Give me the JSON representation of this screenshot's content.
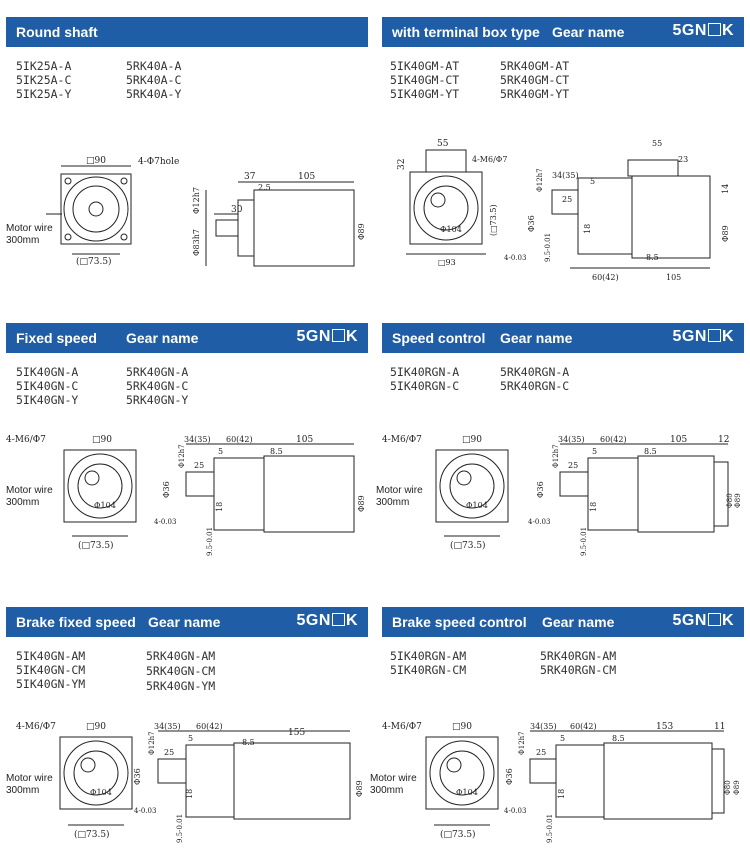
{
  "code_prefix": "5GN",
  "code_suffix": "K",
  "motor_wire": "Motor wire",
  "wire_len": "300mm",
  "p1": {
    "title": "Round shaft",
    "col1": [
      "5IK25A-A",
      "5IK25A-C",
      "5IK25A-Y"
    ],
    "col2": [
      "5RK40A-A",
      "5RK40A-C",
      "5RK40A-Y"
    ],
    "dims": {
      "hole": "4-Φ7hole",
      "sq90": "□90",
      "sq73": "(□73.5)",
      "d12": "Φ12h7",
      "d83": "Φ83h7",
      "d89": "Φ89",
      "l37": "37",
      "l105": "105",
      "l25": "2.5",
      "l30": "30"
    }
  },
  "p2": {
    "title": "with terminal box type",
    "gear": "Gear name",
    "col1": [
      "5IK40GM-AT",
      "5IK40GM-CT",
      "5IK40GM-YT"
    ],
    "col2": [
      "5RK40GM-AT",
      "5RK40GM-CT",
      "5RK40GM-YT"
    ],
    "dims": {
      "l55": "55",
      "l32": "32",
      "m6": "4-M6/Φ7",
      "d104": "Φ104",
      "sq73": "(□73.5)",
      "sq93": "□93",
      "d12": "Φ12h7",
      "l3435": "34(35)",
      "l5": "5",
      "l25": "25",
      "l18": "18",
      "d36": "Φ36",
      "l9501": "9.5-0.01",
      "l403": "4-0.03",
      "l6042": "60(42)",
      "l85": "8.5",
      "l105": "105",
      "l23": "23",
      "l14": "14",
      "d89": "Φ89",
      "r55": "55"
    }
  },
  "p3": {
    "title": "Fixed speed",
    "gear": "Gear name",
    "col1": [
      "5IK40GN-A",
      "5IK40GN-C",
      "5IK40GN-Y"
    ],
    "col2": [
      "5RK40GN-A",
      "5RK40GN-C",
      "5RK40GN-Y"
    ],
    "dims": {
      "m6": "4-M6/Φ7",
      "sq90": "□90",
      "d104": "Φ104",
      "sq73": "(□73.5)",
      "d12": "Φ12h7",
      "l3435": "34(35)",
      "l6042": "60(42)",
      "l105": "105",
      "l5": "5",
      "l85": "8.5",
      "l25": "25",
      "l18": "18",
      "d36": "Φ36",
      "d89": "Φ89",
      "l403": "4-0.03",
      "l9501": "9.5-0.01"
    }
  },
  "p4": {
    "title": "Speed control",
    "gear": "Gear name",
    "col1": [
      "5IK40RGN-A",
      "5IK40RGN-C"
    ],
    "col2": [
      "5RK40RGN-A",
      "5RK40RGN-C"
    ],
    "dims": {
      "m6": "4-M6/Φ7",
      "sq90": "□90",
      "d104": "Φ104",
      "sq73": "(□73.5)",
      "d12": "Φ12h7",
      "l3435": "34(35)",
      "l6042": "60(42)",
      "l105": "105",
      "l12": "12",
      "l5": "5",
      "l85": "8.5",
      "l25": "25",
      "l18": "18",
      "d36": "Φ36",
      "d80": "Φ80",
      "d89": "Φ89",
      "l403": "4-0.03",
      "l9501": "9.5-0.01"
    }
  },
  "p5": {
    "title": "Brake fixed speed",
    "gear": "Gear name",
    "col1": [
      "5IK40GN-AM",
      "5IK40GN-CM",
      "5IK40GN-YM"
    ],
    "col2": [
      "5RK40GN-AM",
      "5RK40GN-CM",
      "5RK40GN-YM"
    ],
    "dims": {
      "m6": "4-M6/Φ7",
      "sq90": "□90",
      "d104": "Φ104",
      "sq73": "(□73.5)",
      "d12": "Φ12h7",
      "l3435": "34(35)",
      "l6042": "60(42)",
      "l155": "155",
      "l5": "5",
      "l85": "8.5",
      "l25": "25",
      "l18": "18",
      "d36": "Φ36",
      "d89": "Φ89",
      "l403": "4-0.03",
      "l9501": "9.5-0.01"
    }
  },
  "p6": {
    "title": "Brake speed control",
    "gear": "Gear name",
    "col1": [
      "5IK40RGN-AM",
      "5IK40RGN-CM"
    ],
    "col2": [
      "5RK40RGN-AM",
      "5RK40RGN-CM"
    ],
    "dims": {
      "m6": "4-M6/Φ7",
      "sq90": "□90",
      "d104": "Φ104",
      "sq73": "(□73.5)",
      "d12": "Φ12h7",
      "l3435": "34(35)",
      "l6042": "60(42)",
      "l153": "153",
      "l11": "11",
      "l5": "5",
      "l85": "8.5",
      "l25": "25",
      "l18": "18",
      "d36": "Φ36",
      "d80": "Φ80",
      "d89": "Φ89",
      "l403": "4-0.03",
      "l9501": "9.5-0.01"
    }
  }
}
